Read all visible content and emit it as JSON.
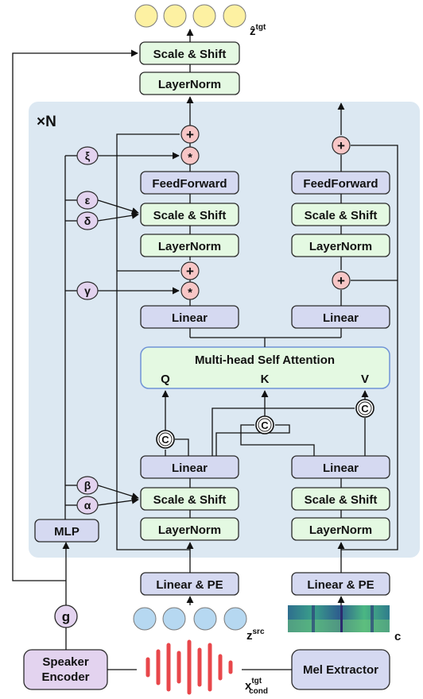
{
  "labels": {
    "scale_shift": "Scale & Shift",
    "layernorm": "LayerNorm",
    "feedforward": "FeedForward",
    "linear": "Linear",
    "linear_pe": "Linear & PE",
    "mhsa": "Multi-head Self Attention",
    "q": "Q",
    "k": "K",
    "v": "V",
    "concat": "C",
    "plus": "+",
    "times": "*",
    "mlp": "MLP",
    "g": "g",
    "speaker_encoder_1": "Speaker",
    "speaker_encoder_2": "Encoder",
    "mel_extractor": "Mel Extractor",
    "repeat": "×N",
    "xi": "ξ",
    "epsilon": "ε",
    "delta": "δ",
    "gamma": "γ",
    "beta": "β",
    "alpha": "α",
    "z_tgt": "ẑ",
    "z_tgt_sup": "tgt",
    "z_src": "z",
    "z_src_sup": "src",
    "c": "c",
    "x_cond": "x",
    "x_cond_sup": "tgt",
    "x_cond_sub": "cond"
  },
  "colors": {
    "panel": "#dce8f2",
    "lavender_block": "#d5d9f1",
    "mint_block": "#e4f9e2",
    "purple_block": "#e3d3ef",
    "op_circle": "#f7c6c6",
    "output_token": "#fdf1a2",
    "source_token": "#b6d8f1",
    "waveform": "#e8474b"
  }
}
